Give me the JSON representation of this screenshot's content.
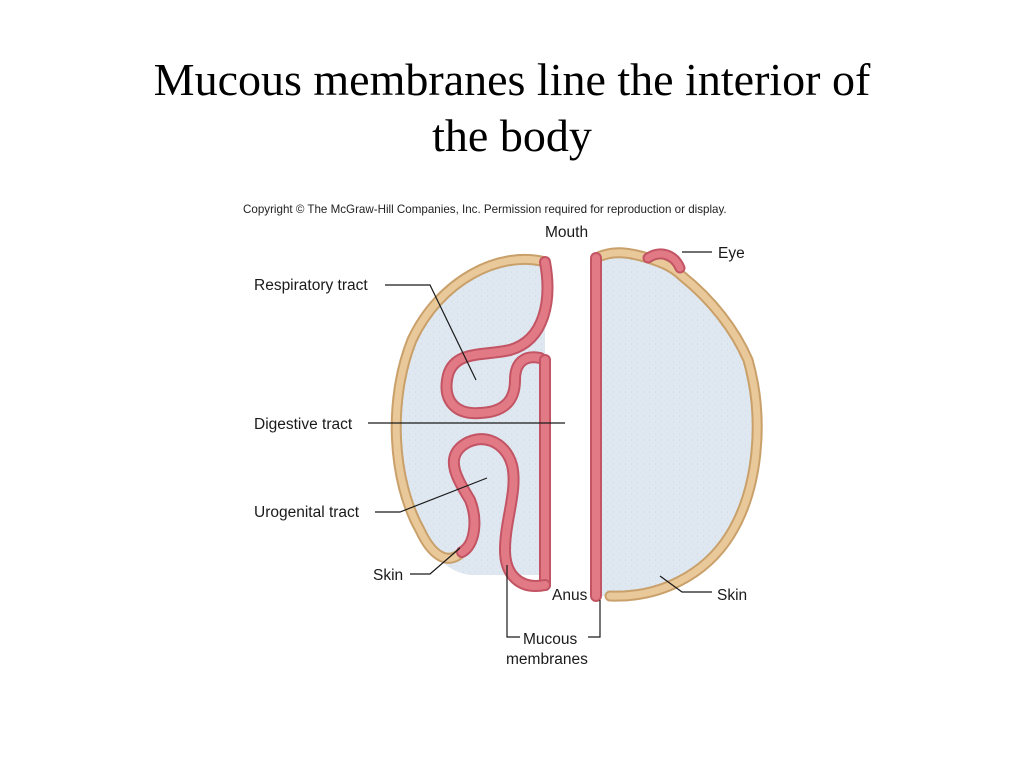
{
  "title": {
    "line1": "Mucous membranes line the interior of",
    "line2": "the body"
  },
  "copyright": "Copyright © The McGraw-Hill Companies, Inc. Permission required for reproduction or display.",
  "labels": {
    "mouth": "Mouth",
    "eye": "Eye",
    "respiratory_tract": "Respiratory tract",
    "digestive_tract": "Digestive tract",
    "urogenital_tract": "Urogenital tract",
    "skin_left": "Skin",
    "skin_right": "Skin",
    "anus": "Anus",
    "mucous_line1": "Mucous",
    "mucous_line2": "membranes"
  },
  "colors": {
    "body_fill": "#dfe8f1",
    "skin": "#e9c89a",
    "skin_edge": "#c9a06a",
    "mucous": "#e27a86",
    "mucous_edge": "#c25464"
  }
}
